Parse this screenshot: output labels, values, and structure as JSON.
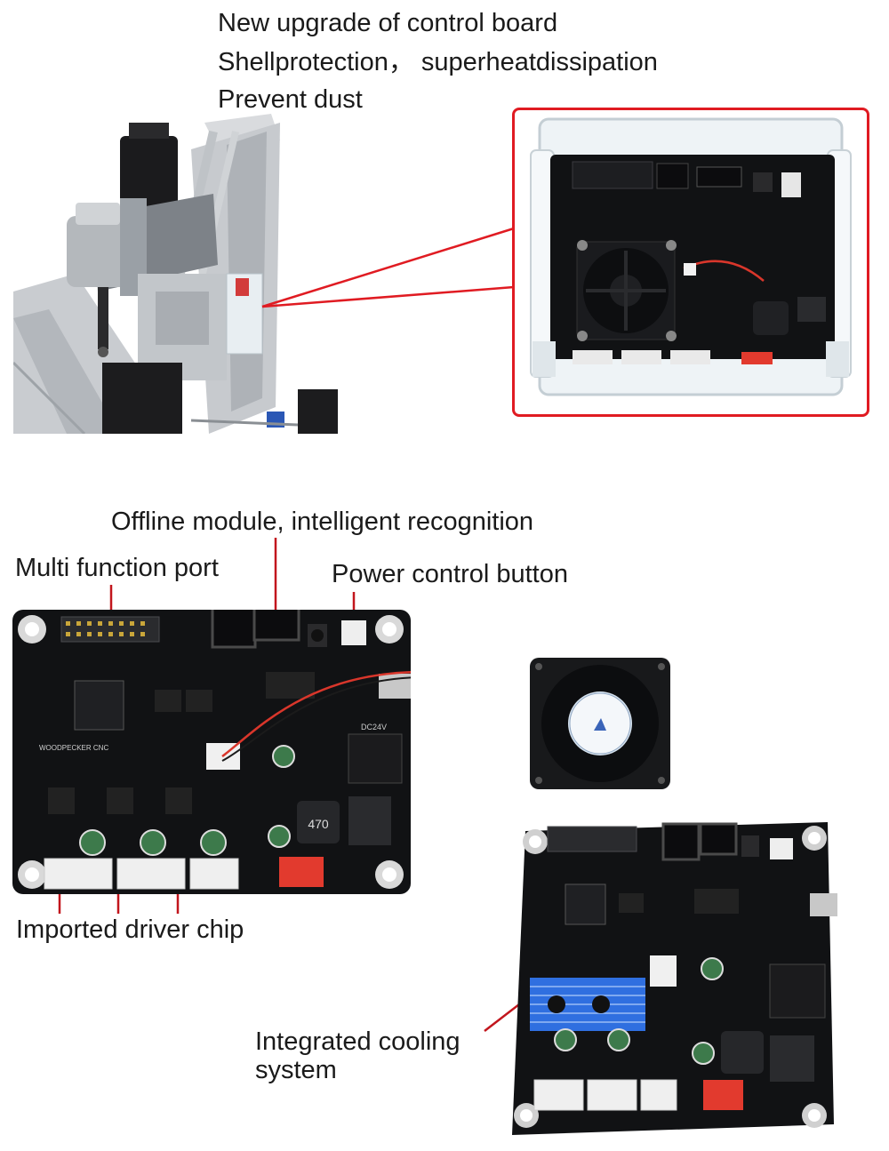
{
  "header": {
    "line1": "New  upgrade of control board",
    "line2": "Shellprotection， superheatdissipation",
    "line3": "Prevent dust"
  },
  "callouts": {
    "offline_module": "Offline module, intelligent recognition",
    "multi_function_port": "Multi function port",
    "power_control_button": "Power control button",
    "driver_chip": "Imported driver chip",
    "cooling_line1": "Integrated cooling",
    "cooling_line2": "system"
  },
  "board_markings": {
    "inductor": "470",
    "power_jack": "DC24V",
    "board_name": "WOODPECKER CNC"
  },
  "colors": {
    "highlight_frame": "#e01b22",
    "pcb": "#111214",
    "heatsink": "#2f6fe0",
    "connector_red": "#e23a2e"
  }
}
